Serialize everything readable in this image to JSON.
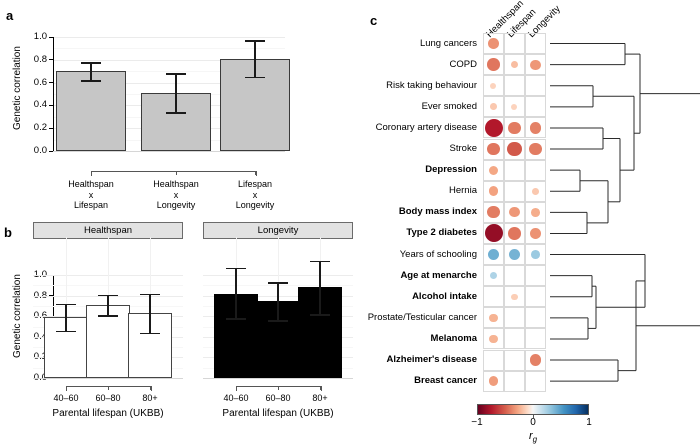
{
  "panels": {
    "a": {
      "letter": "a",
      "ylabel": "Genetic correlation",
      "yticks": [
        "1.0",
        "0.8",
        "0.6",
        "0.4",
        "0.2",
        "0.0"
      ],
      "ylim": [
        0.0,
        1.0
      ],
      "categories": [
        {
          "l1": "Healthspan",
          "l2": "x",
          "l3": "Lifespan"
        },
        {
          "l1": "Healthspan",
          "l2": "x",
          "l3": "Longevity"
        },
        {
          "l1": "Lifespan",
          "l2": "x",
          "l3": "Longevity"
        }
      ],
      "values": [
        0.7,
        0.51,
        0.81
      ],
      "err_lo": [
        0.62,
        0.34,
        0.65
      ],
      "err_hi": [
        0.78,
        0.68,
        0.97
      ]
    },
    "b": {
      "letter": "b",
      "ylabel": "Genetic correlation",
      "xlabel": "Parental lifespan (UKBB)",
      "yticks": [
        "1.0",
        "0.8",
        "0.6",
        "0.4",
        "0.2",
        "0.0"
      ],
      "ylim": [
        0.0,
        1.0
      ],
      "categories": [
        "40–60",
        "60–80",
        "80+"
      ],
      "facets": [
        {
          "title": "Healthspan",
          "style": "white",
          "values": [
            0.59,
            0.71,
            0.63
          ],
          "err_lo": [
            0.46,
            0.61,
            0.44
          ],
          "err_hi": [
            0.72,
            0.81,
            0.82
          ]
        },
        {
          "title": "Longevity",
          "style": "black",
          "values": [
            0.82,
            0.75,
            0.88
          ],
          "err_lo": [
            0.58,
            0.56,
            0.62
          ],
          "err_hi": [
            1.07,
            0.93,
            1.14
          ]
        }
      ]
    },
    "c": {
      "letter": "c",
      "columns": [
        "Healthspan",
        "Lifespan",
        "Longevity"
      ],
      "legend": {
        "label": "r",
        "sub": "g",
        "ticks": [
          "−1",
          "0",
          "1"
        ]
      },
      "rows": [
        {
          "label": "Lung cancers",
          "bold": false,
          "values": [
            -0.42,
            null,
            null
          ]
        },
        {
          "label": "COPD",
          "bold": false,
          "values": [
            -0.52,
            -0.26,
            -0.4
          ]
        },
        {
          "label": "Risk taking behaviour",
          "bold": false,
          "values": [
            -0.18,
            null,
            null
          ]
        },
        {
          "label": "Ever smoked",
          "bold": false,
          "values": [
            -0.22,
            -0.18,
            null
          ]
        },
        {
          "label": "Coronary artery disease",
          "bold": false,
          "values": [
            -0.8,
            -0.5,
            -0.48
          ]
        },
        {
          "label": "Stroke",
          "bold": false,
          "values": [
            -0.52,
            -0.62,
            -0.5
          ]
        },
        {
          "label": "Depression",
          "bold": true,
          "values": [
            -0.34,
            null,
            null
          ]
        },
        {
          "label": "Hernia",
          "bold": false,
          "values": [
            -0.36,
            null,
            -0.22
          ]
        },
        {
          "label": "Body mass index",
          "bold": true,
          "values": [
            -0.5,
            -0.4,
            -0.32
          ]
        },
        {
          "label": "Type 2 diabetes",
          "bold": true,
          "values": [
            -0.88,
            -0.52,
            -0.42
          ]
        },
        {
          "label": "Years of schooling",
          "bold": false,
          "values": [
            0.46,
            0.44,
            0.32
          ]
        },
        {
          "label": "Age at menarche",
          "bold": true,
          "values": [
            0.26,
            null,
            null
          ]
        },
        {
          "label": "Alcohol intake",
          "bold": true,
          "values": [
            null,
            -0.2,
            null
          ]
        },
        {
          "label": "Prostate/Testicular cancer",
          "bold": false,
          "values": [
            -0.3,
            null,
            null
          ]
        },
        {
          "label": "Melanoma",
          "bold": true,
          "values": [
            -0.3,
            null,
            null
          ]
        },
        {
          "label": "Alzheimer's disease",
          "bold": true,
          "values": [
            null,
            null,
            -0.48
          ]
        },
        {
          "label": "Breast cancer",
          "bold": true,
          "values": [
            -0.38,
            null,
            null
          ]
        }
      ]
    }
  },
  "chart_data": [
    {
      "type": "bar",
      "title": "a",
      "ylabel": "Genetic correlation",
      "categories": [
        "Healthspan x Lifespan",
        "Healthspan x Longevity",
        "Lifespan x Longevity"
      ],
      "values": [
        0.7,
        0.51,
        0.81
      ],
      "error_low": [
        0.62,
        0.34,
        0.65
      ],
      "error_high": [
        0.78,
        0.68,
        0.97
      ],
      "ylim": [
        0,
        1
      ],
      "grid": true,
      "legend": "none"
    },
    {
      "type": "bar",
      "title": "b",
      "ylabel": "Genetic correlation",
      "xlabel": "Parental lifespan (UKBB)",
      "categories": [
        "40–60",
        "60–80",
        "80+"
      ],
      "series": [
        {
          "name": "Healthspan",
          "values": [
            0.59,
            0.71,
            0.63
          ],
          "error_low": [
            0.46,
            0.61,
            0.44
          ],
          "error_high": [
            0.72,
            0.81,
            0.82
          ]
        },
        {
          "name": "Longevity",
          "values": [
            0.82,
            0.75,
            0.88
          ],
          "error_low": [
            0.58,
            0.56,
            0.62
          ],
          "error_high": [
            1.07,
            0.93,
            1.14
          ]
        }
      ],
      "ylim": [
        0,
        1
      ],
      "grid": true,
      "legend": "facet-strip-top"
    },
    {
      "type": "heatmap",
      "title": "c",
      "xlabel": "",
      "ylabel": "",
      "colorbar_label": "rg",
      "colorbar_range": [
        -1,
        1
      ],
      "columns": [
        "Healthspan",
        "Lifespan",
        "Longevity"
      ],
      "rows": [
        "Lung cancers",
        "COPD",
        "Risk taking behaviour",
        "Ever smoked",
        "Coronary artery disease",
        "Stroke",
        "Depression",
        "Hernia",
        "Body mass index",
        "Type 2 diabetes",
        "Years of schooling",
        "Age at menarche",
        "Alcohol intake",
        "Prostate/Testicular cancer",
        "Melanoma",
        "Alzheimer's disease",
        "Breast cancer"
      ],
      "values": [
        [
          -0.42,
          null,
          null
        ],
        [
          -0.52,
          -0.26,
          -0.4
        ],
        [
          -0.18,
          null,
          null
        ],
        [
          -0.22,
          -0.18,
          null
        ],
        [
          -0.8,
          -0.5,
          -0.48
        ],
        [
          -0.52,
          -0.62,
          -0.5
        ],
        [
          -0.34,
          null,
          null
        ],
        [
          -0.36,
          null,
          -0.22
        ],
        [
          -0.5,
          -0.4,
          -0.32
        ],
        [
          -0.88,
          -0.52,
          -0.42
        ],
        [
          0.46,
          0.44,
          0.32
        ],
        [
          0.26,
          null,
          null
        ],
        [
          null,
          -0.2,
          null
        ],
        [
          -0.3,
          null,
          null
        ],
        [
          -0.3,
          null,
          null
        ],
        [
          null,
          null,
          -0.48
        ],
        [
          -0.38,
          null,
          null
        ]
      ],
      "legend": "horizontal colorbar bottom"
    }
  ]
}
